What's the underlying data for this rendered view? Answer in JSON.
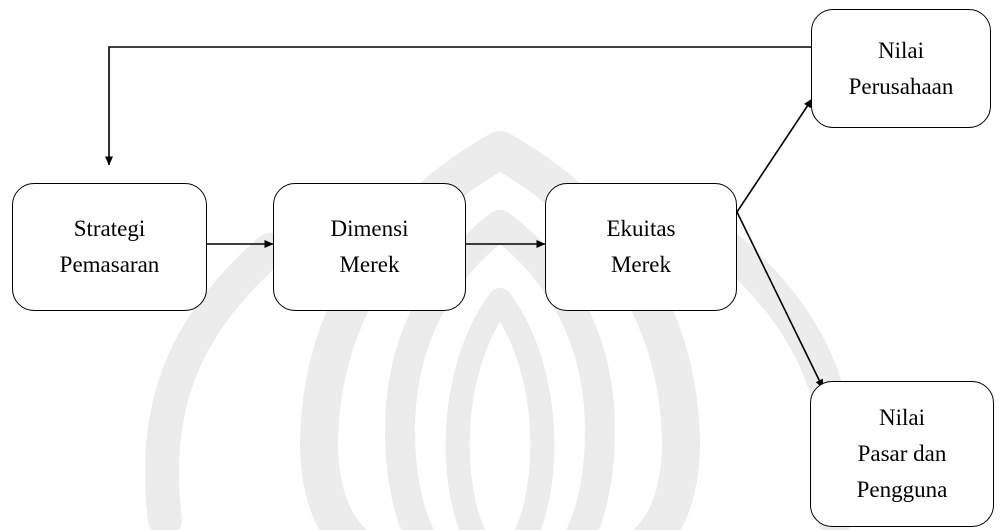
{
  "diagram": {
    "nodes": {
      "strategi": {
        "line1": "Strategi",
        "line2": "Pemasaran"
      },
      "dimensi": {
        "line1": "Dimensi",
        "line2": "Merek"
      },
      "ekuitas": {
        "line1": "Ekuitas",
        "line2": "Merek"
      },
      "nilai_perusahaan": {
        "line1": "Nilai",
        "line2": "Perusahaan"
      },
      "nilai_pasar": {
        "line1": "Nilai",
        "line2": "Pasar dan",
        "line3": "Pengguna"
      }
    },
    "edges": [
      {
        "from": "strategi",
        "to": "dimensi"
      },
      {
        "from": "dimensi",
        "to": "ekuitas"
      },
      {
        "from": "ekuitas",
        "to": "nilai_perusahaan"
      },
      {
        "from": "ekuitas",
        "to": "nilai_pasar"
      },
      {
        "from": "nilai_perusahaan",
        "to": "strategi"
      }
    ],
    "colors": {
      "line": "#000000",
      "box_border": "#000000",
      "watermark": "#ececec"
    }
  }
}
